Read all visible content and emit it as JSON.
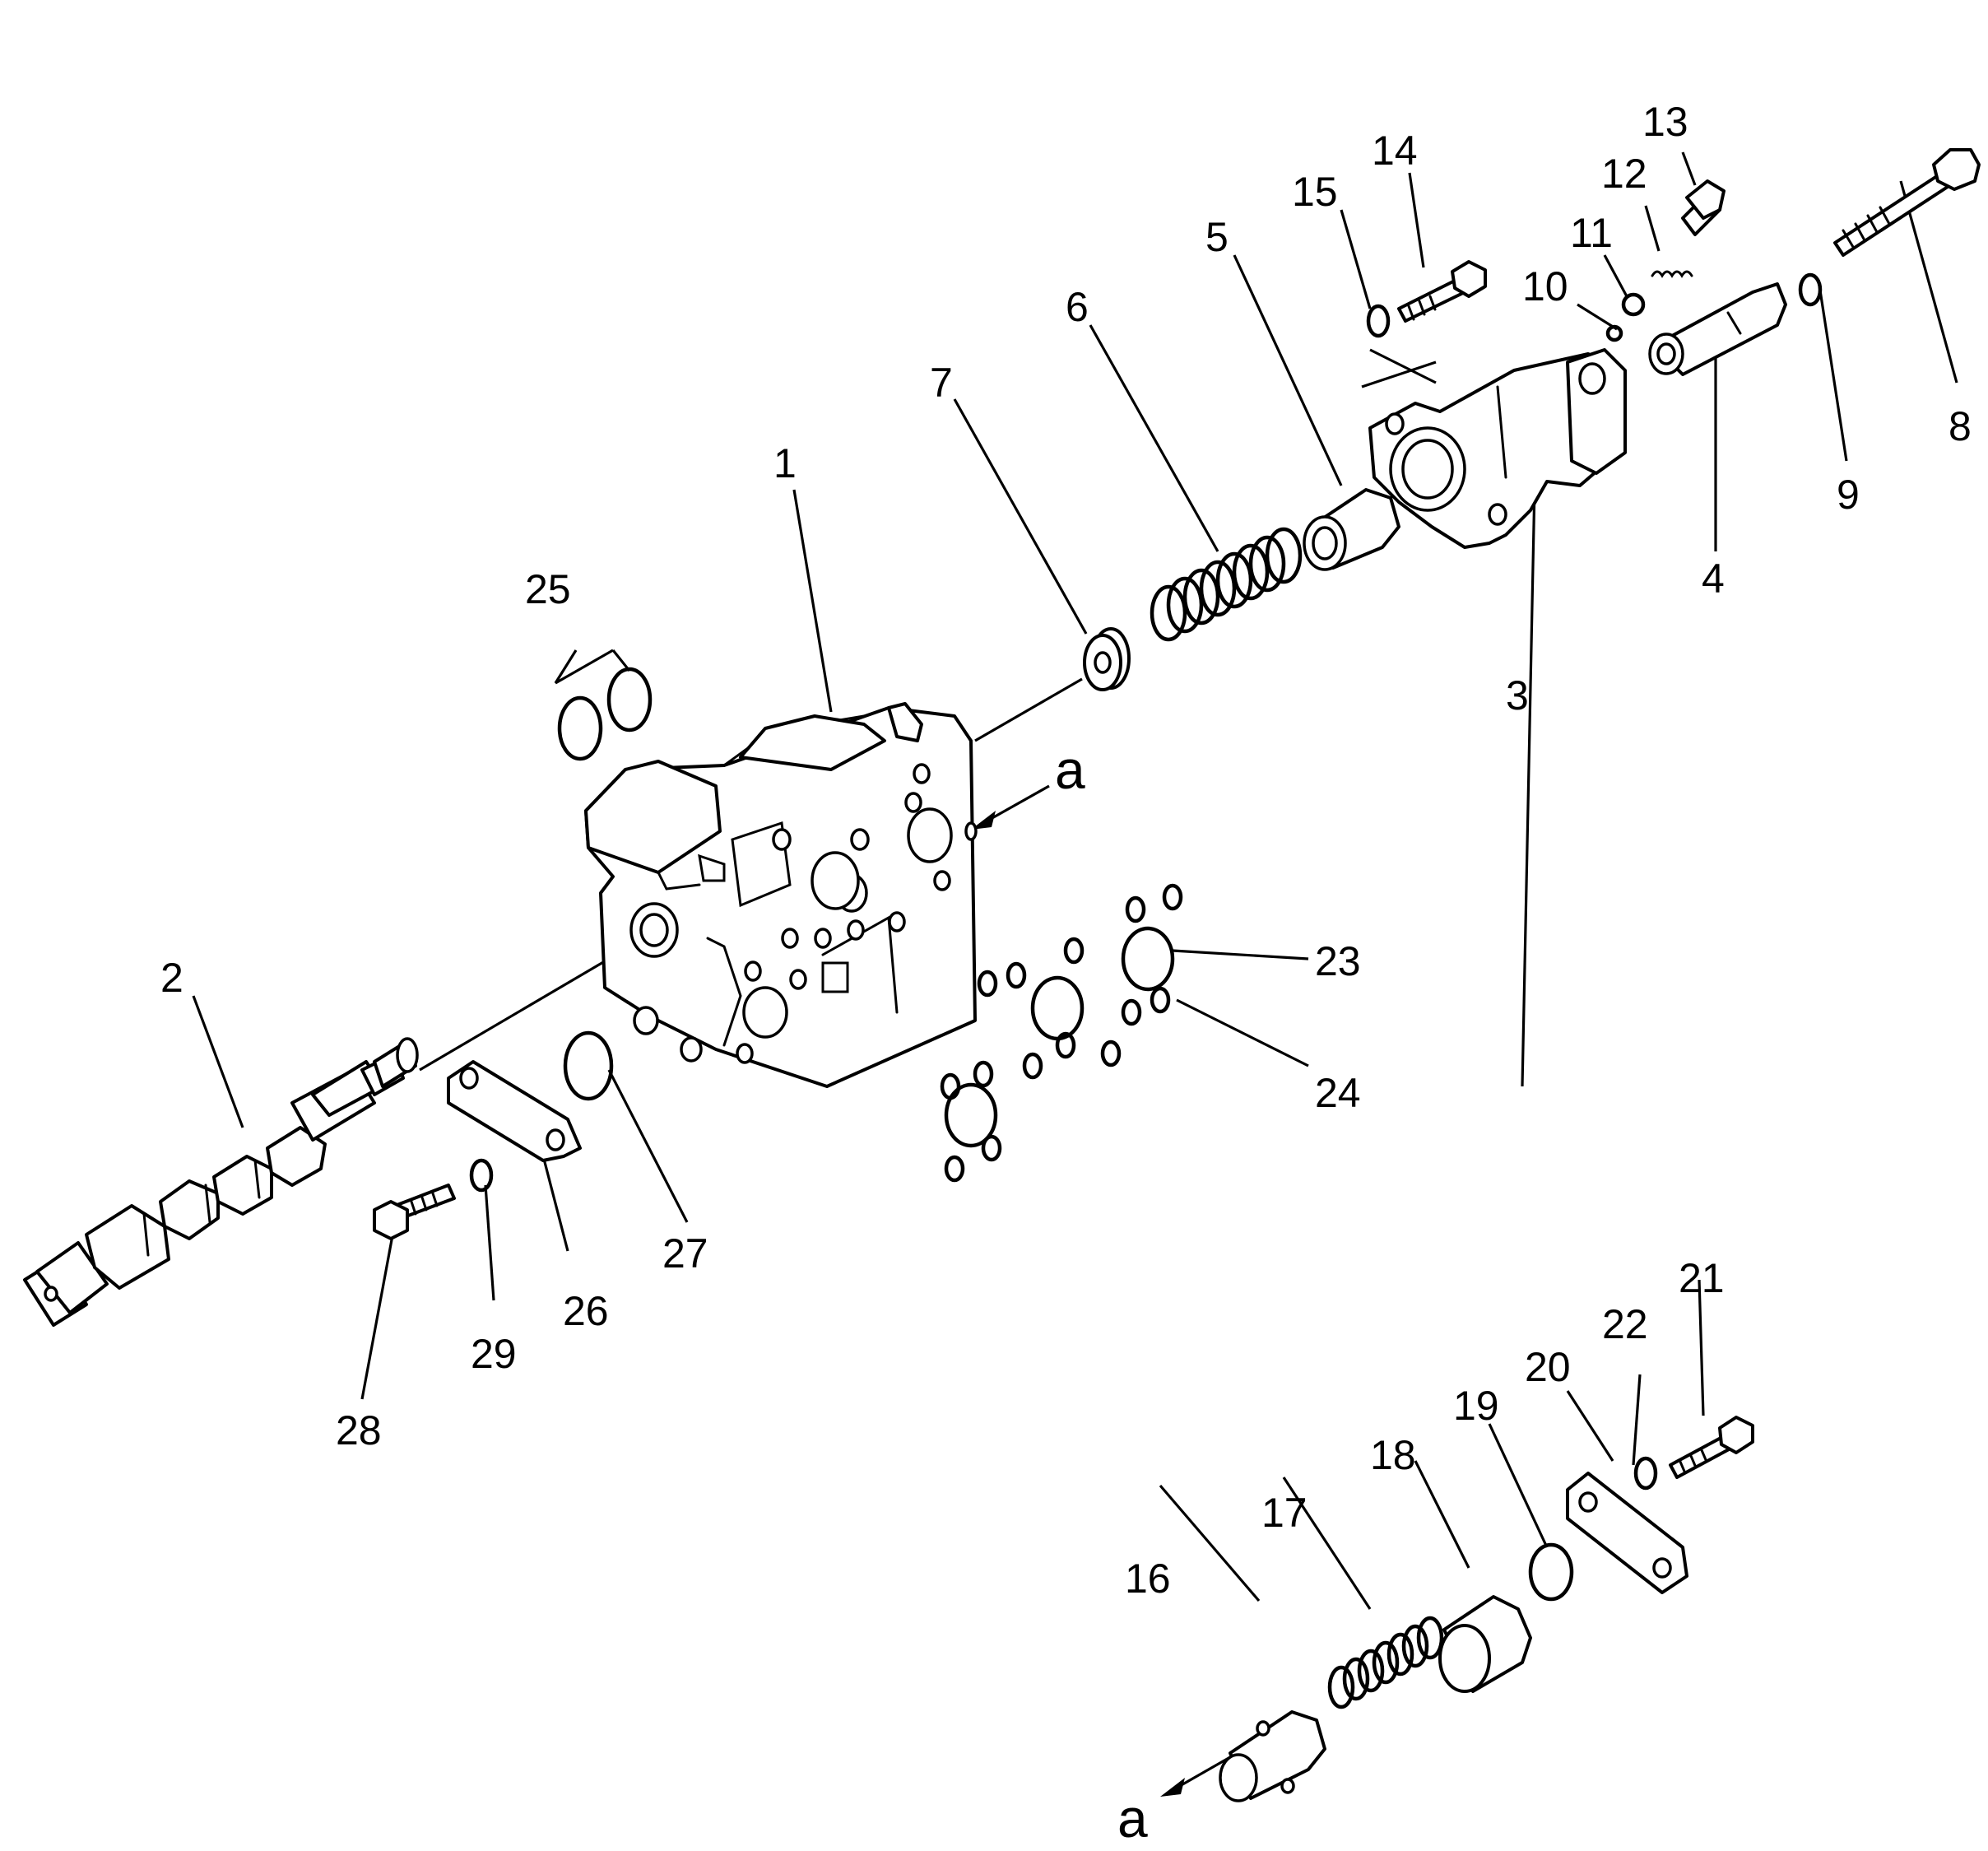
{
  "diagram": {
    "type": "exploded-parts-view",
    "callouts": [
      "1",
      "2",
      "3",
      "4",
      "5",
      "6",
      "7",
      "8",
      "9",
      "10",
      "11",
      "12",
      "13",
      "14",
      "15",
      "16",
      "17",
      "18",
      "19",
      "20",
      "21",
      "22",
      "23",
      "24",
      "25",
      "26",
      "27",
      "28",
      "29"
    ],
    "reference_marks": [
      "a",
      "a"
    ]
  }
}
